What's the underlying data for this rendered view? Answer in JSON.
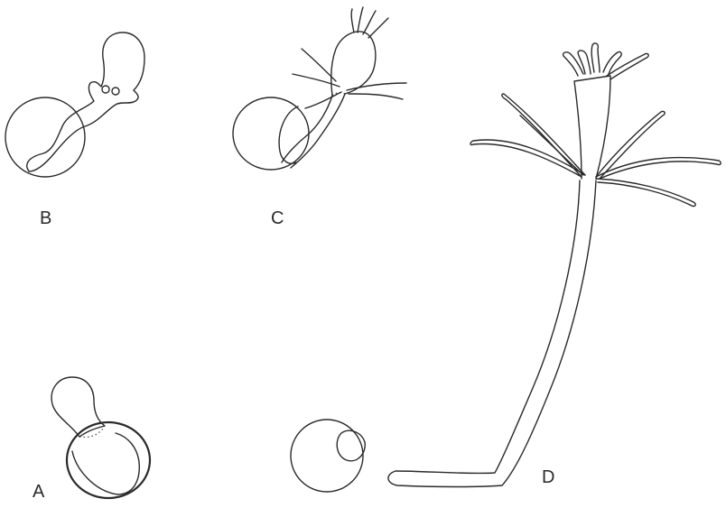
{
  "labels": {
    "a": "A",
    "b": "B",
    "c": "C",
    "d": "D"
  },
  "colors": {
    "ink": "#2a2a2a",
    "background": "#ffffff"
  }
}
